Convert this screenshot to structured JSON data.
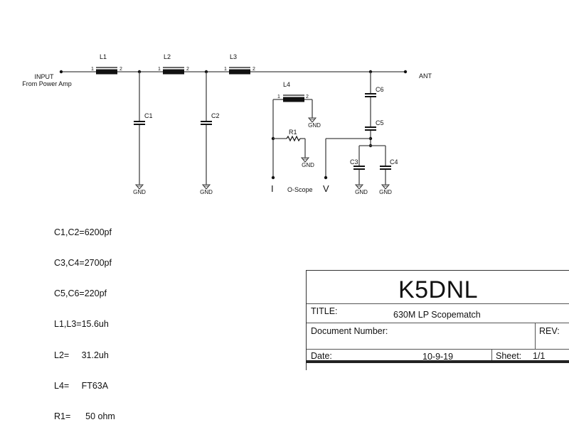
{
  "schematic": {
    "input": {
      "line1": "INPUT",
      "line2": "From Power Amp"
    },
    "output": "ANT",
    "inductors": [
      {
        "ref": "L1",
        "pin1": "1",
        "pin2": "2"
      },
      {
        "ref": "L2",
        "pin1": "1",
        "pin2": "2"
      },
      {
        "ref": "L3",
        "pin1": "1",
        "pin2": "2"
      },
      {
        "ref": "L4",
        "pin1": "1",
        "pin2": "2"
      }
    ],
    "capacitors": [
      "C1",
      "C2",
      "C3",
      "C4",
      "C5",
      "C6"
    ],
    "resistors": [
      "R1"
    ],
    "ground_label": "GND",
    "probe_labels": {
      "current": "I",
      "scope": "O-Scope",
      "voltage": "V"
    }
  },
  "notes": [
    "C1,C2=6200pf",
    "C3,C4=2700pf",
    "C5,C6=220pf",
    "L1,L3=15.6uh",
    "L2=     31.2uh",
    "L4=     FT63A",
    "R1=      50 ohm"
  ],
  "title_block": {
    "company": "K5DNL",
    "title_label": "TITLE:",
    "title_value": "630M LP Scopematch",
    "doc_number_label": "Document Number:",
    "doc_number_value": "",
    "rev_label": "REV:",
    "rev_value": "",
    "date_label": "Date:",
    "date_value": "10-9-19",
    "sheet_label": "Sheet:",
    "sheet_value": "1/1"
  }
}
